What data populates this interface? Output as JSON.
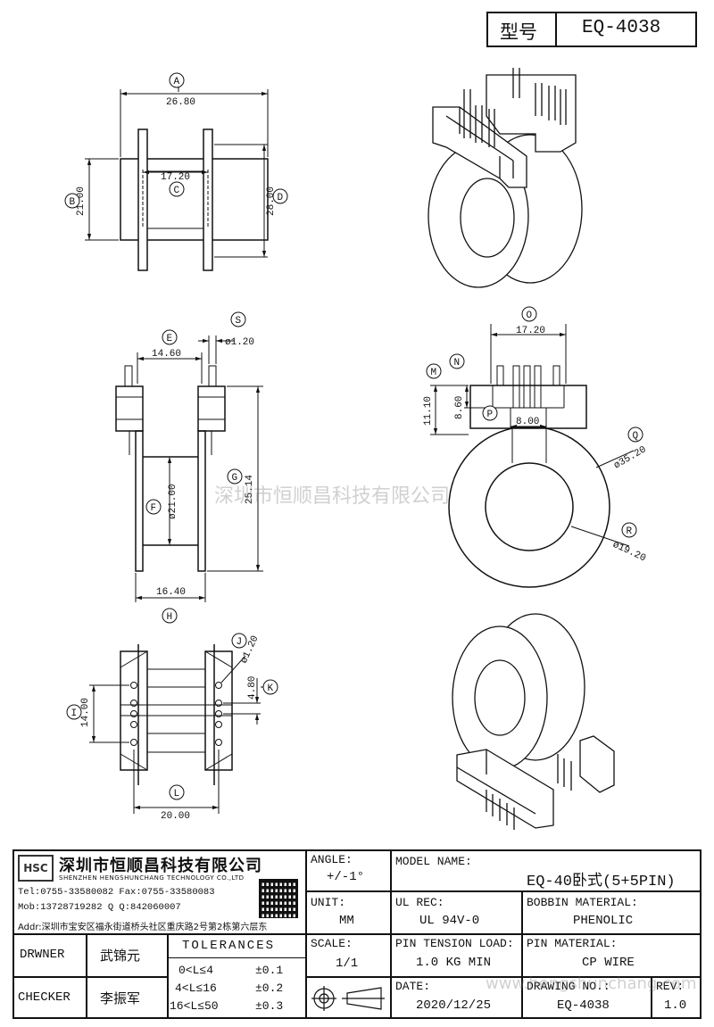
{
  "header": {
    "model_label": "型号",
    "model_value": "EQ-4038"
  },
  "dims": {
    "a": "26.80",
    "b": "21.00",
    "c": "17.20",
    "d": "28.00",
    "e": "14.60",
    "s": "ø1.20",
    "g": "25.14",
    "f": "ø21.00",
    "h": "16.40",
    "o": "17.20",
    "m": "11.10",
    "n": "8.60",
    "p": "8.00",
    "q": "ø35.20",
    "r": "ø19.20",
    "j": "ø1.20",
    "k": "4.80",
    "i": "14.00",
    "l": "20.00"
  },
  "callouts": [
    "A",
    "B",
    "C",
    "D",
    "E",
    "S",
    "G",
    "F",
    "H",
    "O",
    "M",
    "N",
    "P",
    "Q",
    "R",
    "J",
    "K",
    "I",
    "L"
  ],
  "watermarks": {
    "center": "深圳市恒顺昌科技有限公司",
    "bottom": "www.hengshunchang.com"
  },
  "company": {
    "logo": "HSC",
    "name_cn": "深圳市恒顺昌科技有限公司",
    "name_en": "SHENZHEN HENGSHUNCHANG TECHNOLOGY CO.,LTD",
    "tel": "Tel:0755-33580082 Fax:0755-33580083",
    "mob": "Mob:13728719282    Q  Q:842060007",
    "addr": "Addr:深圳市宝安区福永街道桥头社区重庆路2号第2栋第六层东"
  },
  "people": {
    "drawer_label": "DRWNER",
    "drawer_name": "武锦元",
    "checker_label": "CHECKER",
    "checker_name": "李振军"
  },
  "tolerances": {
    "title": "TOLERANCES",
    "rows": [
      {
        "range": "0<L≤4",
        "tol": "±0.1"
      },
      {
        "range": "4<L≤16",
        "tol": "±0.2"
      },
      {
        "range": "16<L≤50",
        "tol": "±0.3"
      }
    ]
  },
  "block": {
    "angle_label": "ANGLE:",
    "angle_value": "+/-1°",
    "unit_label": "UNIT:",
    "unit_value": "MM",
    "scale_label": "SCALE:",
    "scale_value": "1/1",
    "model_name_label": "MODEL NAME:",
    "model_name_value": "EQ-40卧式(5+5PIN)",
    "ul_label": "UL REC:",
    "ul_value": "UL 94V-0",
    "bobbin_label": "BOBBIN MATERIAL:",
    "bobbin_value": "PHENOLIC",
    "pin_tension_label": "PIN TENSION LOAD:",
    "pin_tension_value": "1.0 KG MIN",
    "pin_material_label": "PIN MATERIAL:",
    "pin_material_value": "CP WIRE",
    "date_label": "DATE:",
    "date_value": "2020/12/25",
    "drawing_no_label": "DRAWING NO.:",
    "drawing_no_value": "EQ-4038",
    "rev_label": "REV:",
    "rev_value": "1.0"
  }
}
